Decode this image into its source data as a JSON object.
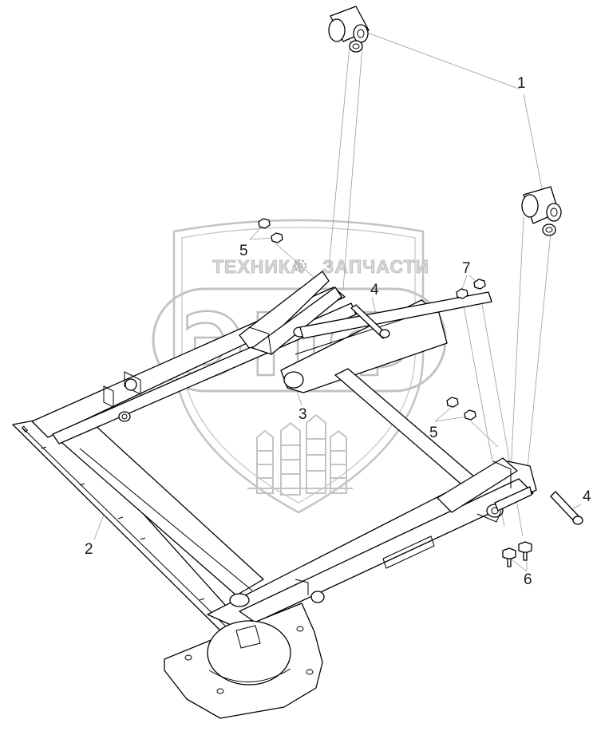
{
  "watermark": {
    "text_left": "ТЕХНИКА",
    "text_right": "ЗАПЧАСТИ",
    "logo_letters": "ЭПФ"
  },
  "callouts": [
    {
      "id": "1",
      "label": "1"
    },
    {
      "id": "2",
      "label": "2"
    },
    {
      "id": "3",
      "label": "3"
    },
    {
      "id": "4a",
      "label": "4"
    },
    {
      "id": "4b",
      "label": "4"
    },
    {
      "id": "5a",
      "label": "5"
    },
    {
      "id": "5b",
      "label": "5"
    },
    {
      "id": "6",
      "label": "6"
    },
    {
      "id": "7",
      "label": "7"
    }
  ]
}
